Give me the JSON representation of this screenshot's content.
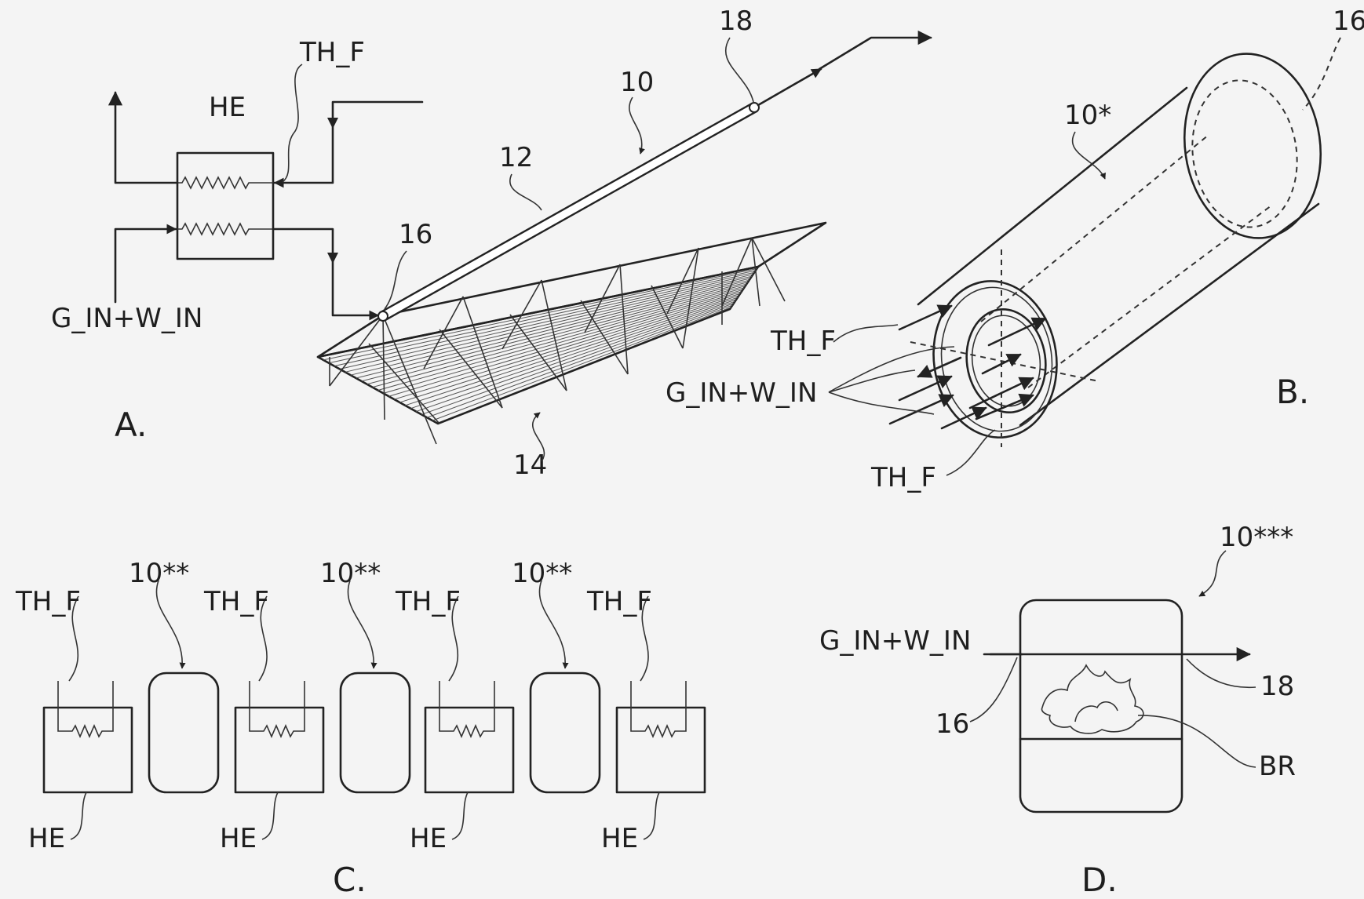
{
  "panels": {
    "a": "A.",
    "b": "B.",
    "c": "C.",
    "d": "D."
  },
  "panel_a": {
    "he": "HE",
    "th_f": "TH_F",
    "gin": "G_IN+W_IN",
    "r10": "10",
    "r12": "12",
    "r14": "14",
    "r16": "16",
    "r18": "18"
  },
  "panel_b": {
    "r10": "10*",
    "r16": "16",
    "th_f_top": "TH_F",
    "gin": "G_IN+W_IN",
    "th_f_bottom": "TH_F"
  },
  "panel_c": {
    "th_f": [
      "TH_F",
      "TH_F",
      "TH_F",
      "TH_F"
    ],
    "vessel": [
      "10**",
      "10**",
      "10**"
    ],
    "he": [
      "HE",
      "HE",
      "HE",
      "HE"
    ]
  },
  "panel_d": {
    "r10": "10***",
    "gin": "G_IN+W_IN",
    "r16": "16",
    "r18": "18",
    "br": "BR"
  }
}
